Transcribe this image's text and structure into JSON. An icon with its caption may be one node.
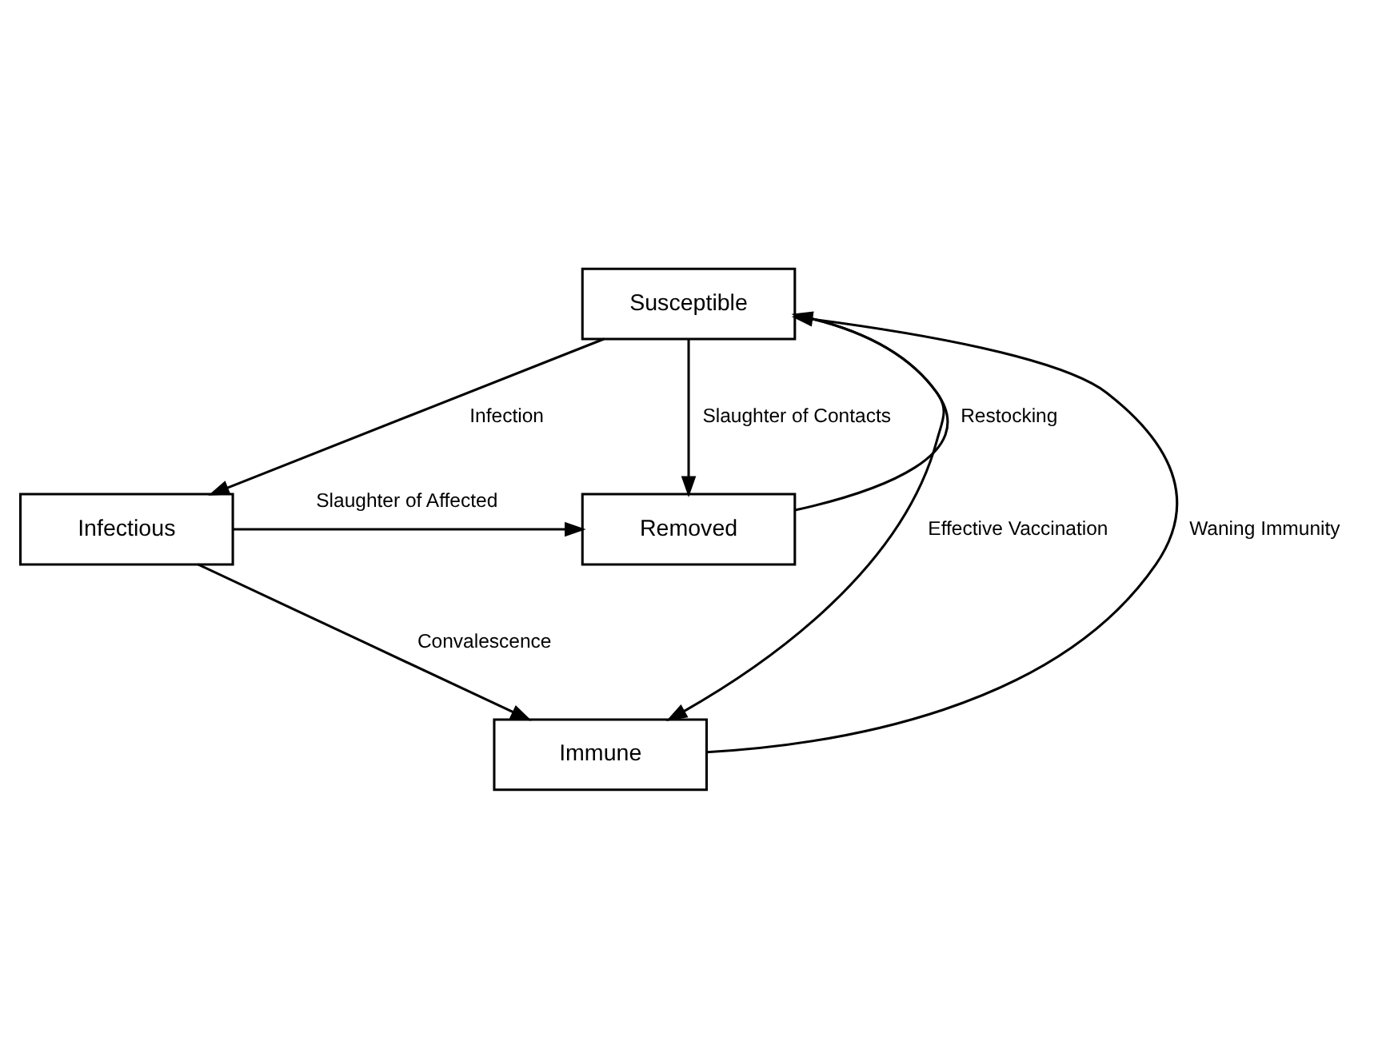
{
  "diagram": {
    "nodes": [
      {
        "text": [
          "Susceptible"
        ]
      },
      {
        "text": [
          "Infectious"
        ]
      },
      {
        "text": [
          "Removed"
        ]
      },
      {
        "text": [
          "Immune"
        ]
      }
    ],
    "edges": [
      {
        "from": 0,
        "to": 1,
        "arrow": "to",
        "label": "Infection"
      },
      {
        "from": 0,
        "to": 2,
        "arrow": "to",
        "label": "Slaughter of Contacts"
      },
      {
        "from": 1,
        "to": 2,
        "arrow": "to",
        "label": "Slaughter of Affected"
      },
      {
        "from": 2,
        "to": 0,
        "arrow": "to",
        "label": "Restocking"
      },
      {
        "from": 1,
        "to": 3,
        "arrow": "to",
        "label": "Convalescence"
      },
      {
        "from": 0,
        "to": 3,
        "arrow": "to",
        "label": "Effective Vaccination"
      },
      {
        "from": 3,
        "to": 0,
        "arrow": "to",
        "label": "Waning Immunity"
      }
    ]
  }
}
